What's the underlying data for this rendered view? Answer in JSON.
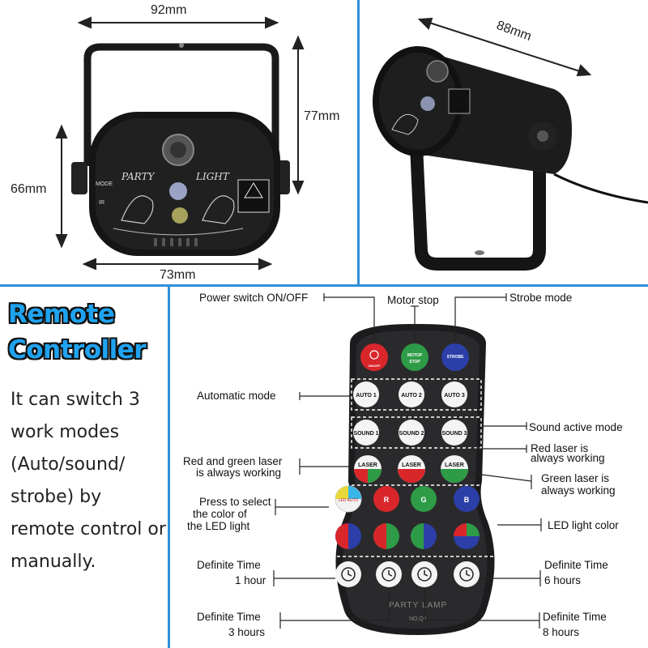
{
  "dimensions": {
    "front_width": "92mm",
    "front_height": "77mm",
    "front_body_height": "66mm",
    "front_body_width": "73mm",
    "side_length": "88mm"
  },
  "device_labels": {
    "mode": "MODE",
    "ir": "IR",
    "logo_left": "PARTY",
    "logo_right": "LIGHT"
  },
  "remote_section": {
    "title_line1": "Remote",
    "title_line2": "Controller",
    "description": "It can switch 3 work modes (Auto/sound/ strobe) by remote control or manually."
  },
  "remote": {
    "buttons": {
      "power": "ON/OFF",
      "motor_line1": "MOTOP",
      "motor_line2": "STOP",
      "strobe": "STROBE",
      "auto1": "AUTO 1",
      "auto2": "AUTO 2",
      "auto3": "AUTO 3",
      "sound1": "SOUND 1",
      "sound2": "SOUND 2",
      "sound3": "SOUND 3",
      "laser_rg": "LASER",
      "laser_r": "LASER",
      "laser_g": "LASER",
      "led_auto": "LED AUTO",
      "r": "R",
      "g": "G",
      "b": "B"
    },
    "brand": "PARTY LAMP",
    "model": "NO.Q1"
  },
  "callouts": {
    "power": "Power switch ON/OFF",
    "motor": "Motor stop",
    "strobe": "Strobe mode",
    "auto": "Automatic mode",
    "sound": "Sound active mode",
    "red_laser_1": "Red  laser is",
    "red_laser_2": "always working",
    "rg_laser_1": "Red and green laser",
    "rg_laser_2": "is always working",
    "green_laser_1": "Green laser is",
    "green_laser_2": "always working",
    "press_1": "Press to select",
    "press_2": "the color of",
    "press_3": "the LED light",
    "led_color": "LED light color",
    "t1_1": "Definite Time",
    "t1_2": "1 hour",
    "t6_1": "Definite Time",
    "t6_2": "6 hours",
    "t3_1": "Definite Time",
    "t3_2": "3 hours",
    "t8_1": "Definite Time",
    "t8_2": "8 hours"
  },
  "colors": {
    "frame": "#2f8fd8",
    "title_fill": "#1fa3f0",
    "power_button": "#d8262b",
    "motor_button": "#2e9b46",
    "strobe_button": "#2c3fa8"
  }
}
